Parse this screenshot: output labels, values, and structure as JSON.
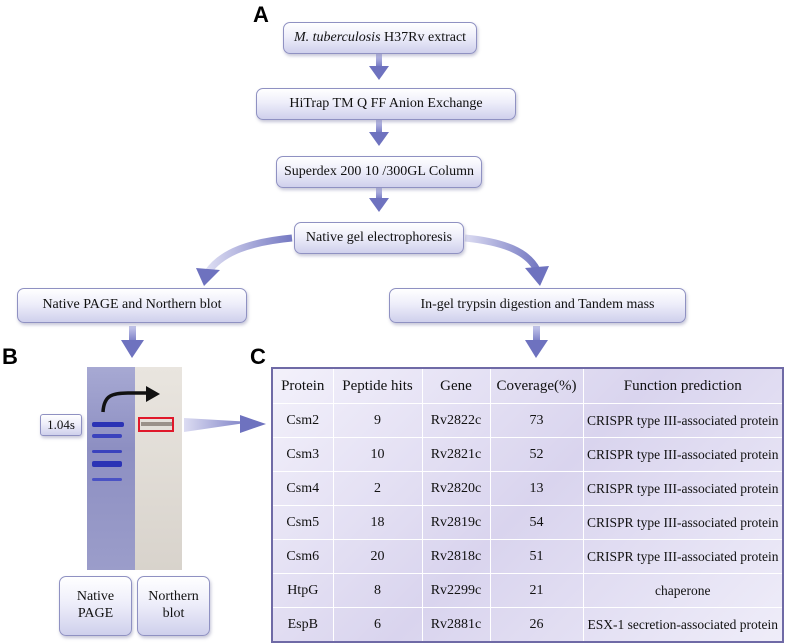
{
  "panels": {
    "a": "A",
    "b": "B",
    "c": "C"
  },
  "flow": {
    "step1_italic": "M. tuberculosis",
    "step1_rest": " H37Rv extract",
    "step2": "HiTrap TM Q FF Anion Exchange",
    "step3": "Superdex 200 10 /300GL Column",
    "step4": "Native gel electrophoresis",
    "left_branch": "Native PAGE and Northern blot",
    "right_branch": "In-gel trypsin digestion and Tandem mass"
  },
  "gel": {
    "time_label": "1.04s",
    "native_label": "Native PAGE",
    "northern_label": "Northern blot"
  },
  "table": {
    "headers": [
      "Protein",
      "Peptide hits",
      "Gene",
      "Coverage(%)",
      "Function prediction"
    ],
    "rows": [
      [
        "Csm2",
        "9",
        "Rv2822c",
        "73",
        "CRISPR type III-associated protein"
      ],
      [
        "Csm3",
        "10",
        "Rv2821c",
        "52",
        "CRISPR type III-associated protein"
      ],
      [
        "Csm4",
        "2",
        "Rv2820c",
        "13",
        "CRISPR type III-associated protein"
      ],
      [
        "Csm5",
        "18",
        "Rv2819c",
        "54",
        "CRISPR type III-associated protein"
      ],
      [
        "Csm6",
        "20",
        "Rv2818c",
        "51",
        "CRISPR type III-associated protein"
      ],
      [
        "HtpG",
        "8",
        "Rv2299c",
        "21",
        "chaperone"
      ],
      [
        "EspB",
        "6",
        "Rv2881c",
        "26",
        "ESX-1 secretion-associated protein"
      ]
    ]
  },
  "colors": {
    "box_border": "#8f91c2",
    "arrow": "#7b7fc4",
    "gel_native": "#8c8ebe",
    "band": "#2b33b5",
    "highlight": "#e0182a"
  }
}
